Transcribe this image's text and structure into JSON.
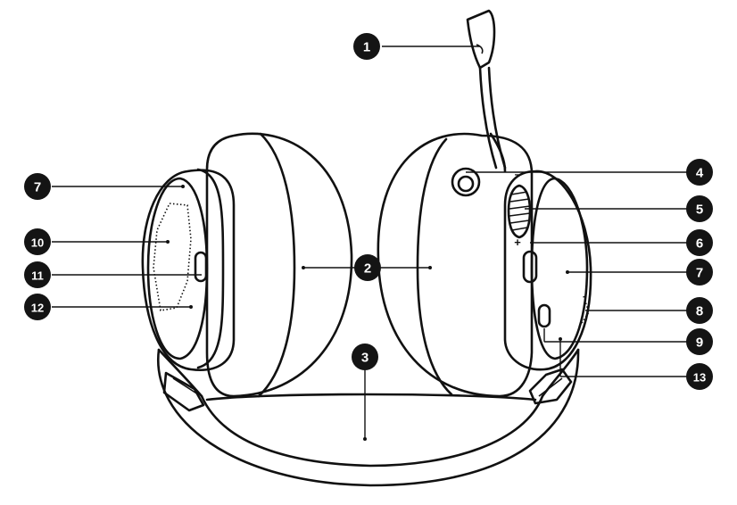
{
  "callouts": [
    {
      "label": "1"
    },
    {
      "label": "2"
    },
    {
      "label": "3"
    },
    {
      "label": "4"
    },
    {
      "label": "5"
    },
    {
      "label": "6"
    },
    {
      "label": "7"
    },
    {
      "label": "8"
    },
    {
      "label": "9"
    },
    {
      "label": "13"
    },
    {
      "label": "7"
    },
    {
      "label": "10"
    },
    {
      "label": "11"
    },
    {
      "label": "12"
    }
  ],
  "volume_markers": {
    "minus": "–",
    "plus": "+"
  }
}
